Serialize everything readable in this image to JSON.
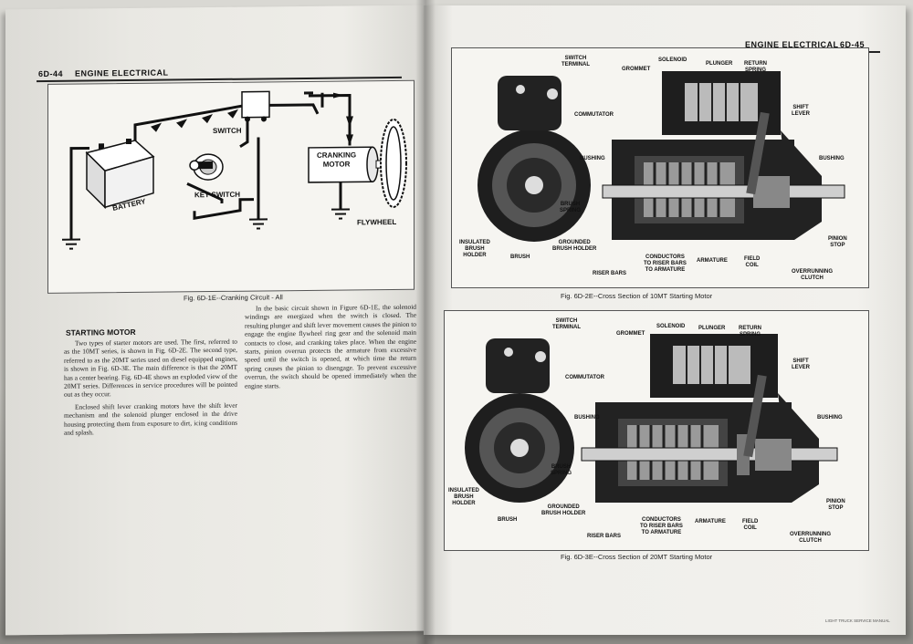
{
  "left_page": {
    "page_number": "6D-44",
    "section_title": "ENGINE ELECTRICAL",
    "figure1": {
      "caption": "Fig. 6D-1E--Cranking Circuit - All",
      "labels": {
        "switch": "SWITCH",
        "battery": "BATTERY",
        "key_switch": "KEY SWITCH",
        "cranking_motor": "CRANKING\nMOTOR",
        "flywheel": "FLYWHEEL"
      }
    },
    "heading": "STARTING MOTOR",
    "col1_paragraphs": [
      "Two types of starter motors are used. The first, referred to as the 10MT series, is shown in Fig. 6D-2E. The second type, referred to as the 20MT series used on diesel equipped engines, is shown in Fig. 6D-3E. The main difference is that the 20MT has a center bearing. Fig. 6D-4E shows an exploded view of the 20MT series. Differences in service procedures will be pointed out as they occur.",
      "Enclosed shift lever cranking motors have the shift lever mechanism and the solenoid plunger enclosed in the drive housing protecting them from exposure to dirt, icing conditions and splash."
    ],
    "col2_paragraphs": [
      "In the basic circuit shown in Figure 6D-1E, the solenoid windings are energized when the switch is closed. The resulting plunger and shift lever movement causes the pinion to engage the engine flywheel ring gear and the solenoid main contacts to close, and cranking takes place. When the engine starts, pinion overrun protects the armature from excessive speed until the switch is opened, at which time the return spring causes the pinion to disengage. To prevent excessive overrun, the switch should be opened immediately when the engine starts."
    ]
  },
  "right_page": {
    "page_number": "6D-45",
    "section_title": "ENGINE ELECTRICAL",
    "figure2": {
      "caption": "Fig. 6D-2E--Cross Section of 10MT Starting Motor",
      "labels": {
        "switch_terminal": "SWITCH\nTERMINAL",
        "grommet": "GROMMET",
        "solenoid": "SOLENOID",
        "plunger": "PLUNGER",
        "return_spring": "RETURN\nSPRING",
        "shift_lever": "SHIFT\nLEVER",
        "commutator": "COMMUTATOR",
        "bushing_left": "BUSHING",
        "bushing_right": "BUSHING",
        "brush_spring": "BRUSH\nSPRING",
        "insulated_brush_holder": "INSULATED\nBRUSH\nHOLDER",
        "brush": "BRUSH",
        "grounded_brush_holder": "GROUNDED\nBRUSH HOLDER",
        "riser_bars": "RISER BARS",
        "conductors": "CONDUCTORS\nTO RISER BARS\nTO ARMATURE",
        "armature": "ARMATURE",
        "field_coil": "FIELD\nCOIL",
        "pinion_stop": "PINION\nSTOP",
        "overrunning_clutch": "OVERRUNNING\nCLUTCH"
      }
    },
    "figure3": {
      "caption": "Fig. 6D-3E--Cross Section of 20MT Starting Motor",
      "labels": {
        "switch_terminal": "SWITCH\nTERMINAL",
        "grommet": "GROMMET",
        "solenoid": "SOLENOID",
        "plunger": "PLUNGER",
        "return_spring": "RETURN\nSPRING",
        "shift_lever": "SHIFT\nLEVER",
        "commutator": "COMMUTATOR",
        "bushing_left": "BUSHING",
        "bushing_right": "BUSHING",
        "brush_spring": "BRUSH\nSPRING",
        "insulated_brush_holder": "INSULATED\nBRUSH\nHOLDER",
        "brush": "BRUSH",
        "grounded_brush_holder": "GROUNDED\nBRUSH HOLDER",
        "riser_bars": "RISER BARS",
        "conductors": "CONDUCTORS\nTO RISER BARS\nTO ARMATURE",
        "armature": "ARMATURE",
        "field_coil": "FIELD\nCOIL",
        "pinion_stop": "PINION\nSTOP",
        "overrunning_clutch": "OVERRUNNING\nCLUTCH"
      }
    },
    "footer": "LIGHT TRUCK SERVICE MANUAL"
  }
}
